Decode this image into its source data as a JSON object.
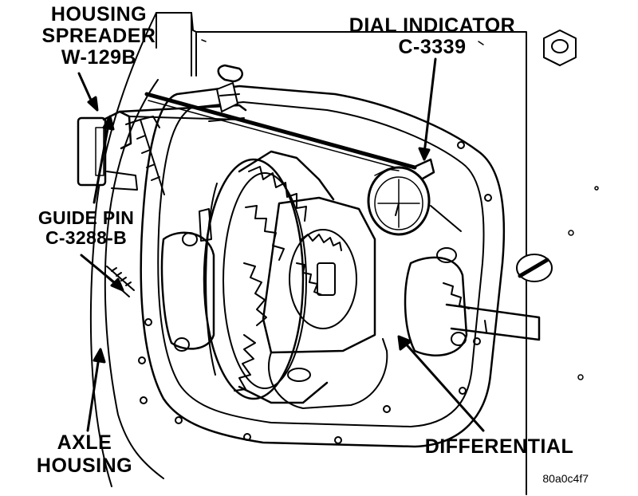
{
  "labels": {
    "housing_spreader": {
      "line1": "HOUSING",
      "line2": "SPREADER",
      "line3": "W-129B"
    },
    "dial_indicator": {
      "line1": "DIAL INDICATOR",
      "line2": "C-3339"
    },
    "guide_pin": {
      "line1": "GUIDE PIN",
      "line2": "C-3288-B"
    },
    "axle_housing": {
      "line1": "AXLE",
      "line2": "HOUSING"
    },
    "differential": {
      "line1": "DIFFERENTIAL"
    }
  },
  "figure_ref": "80a0c4f7",
  "colors": {
    "ink": "#000000",
    "paper": "#ffffff"
  }
}
